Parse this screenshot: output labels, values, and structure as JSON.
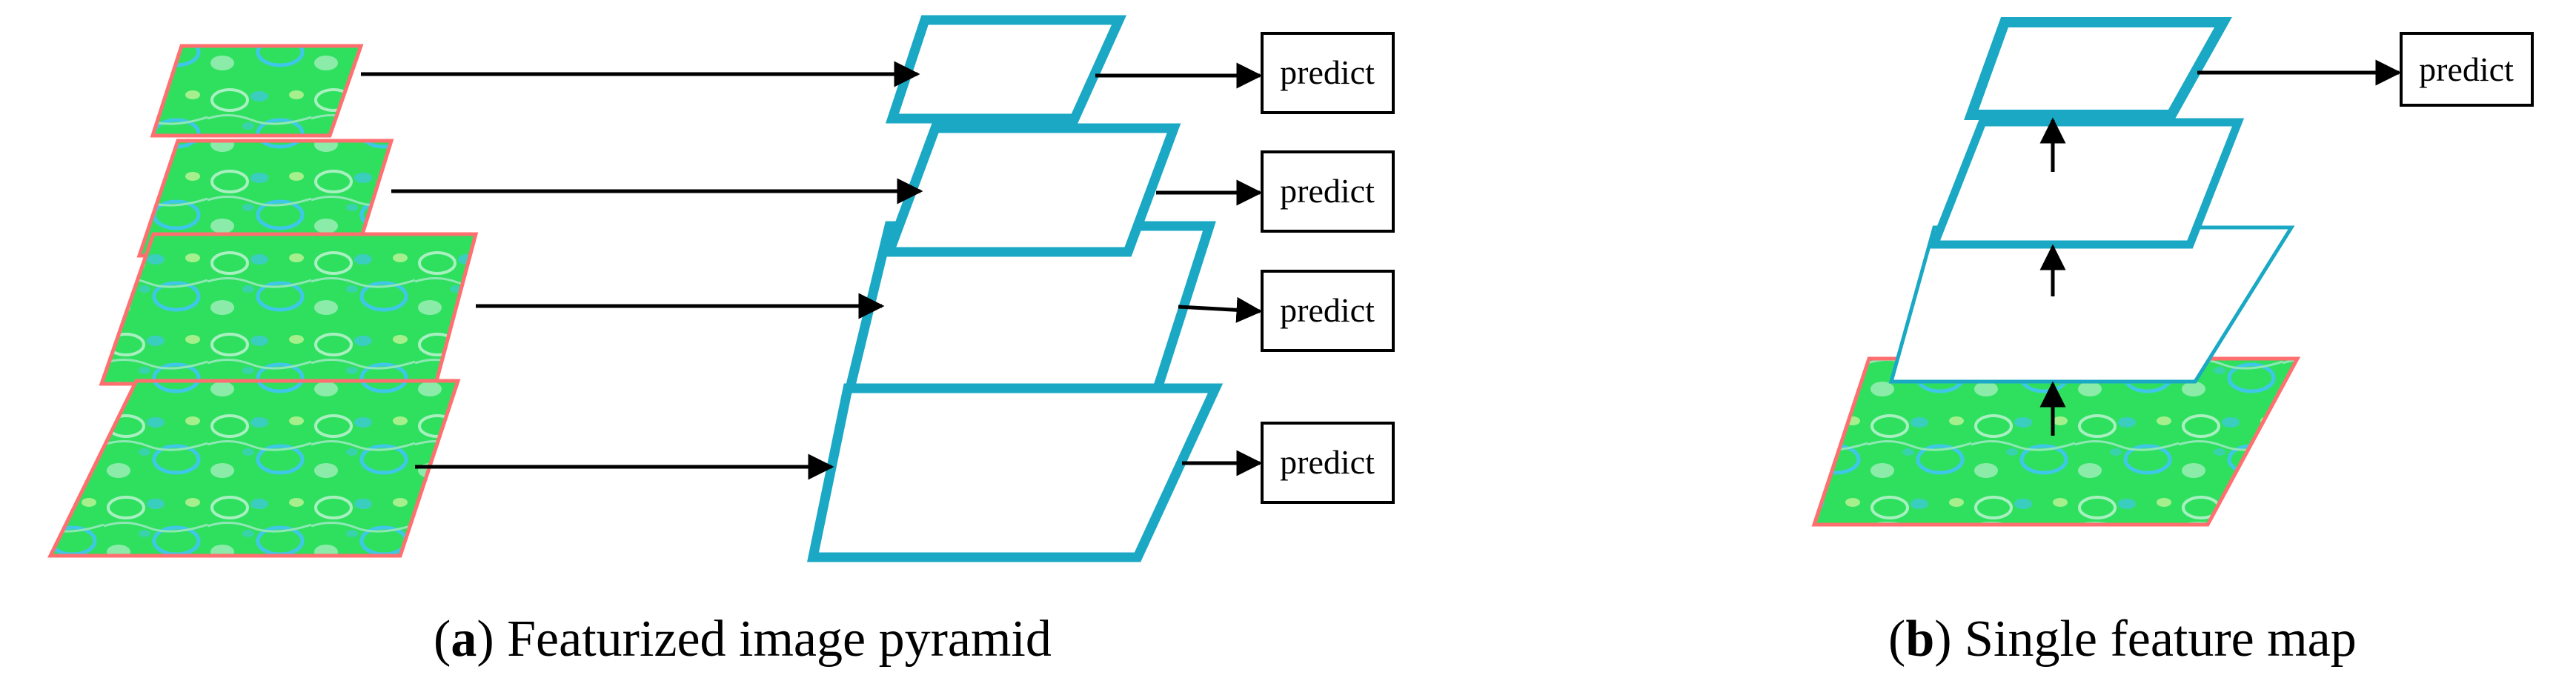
{
  "colors": {
    "feature_map_stroke": "#1aa8c4",
    "image_fill_base": "#2fe05f",
    "image_texture_light": "#a8f0c0",
    "image_texture_cyan": "#3fc7e8",
    "image_border": "#ff6f6f",
    "arrow": "#000000",
    "box_stroke": "#000000"
  },
  "panel_a": {
    "caption_open": "(",
    "caption_letter": "a",
    "caption_rest": ") Featurized image pyramid",
    "predict_labels": [
      "predict",
      "predict",
      "predict",
      "predict"
    ]
  },
  "panel_b": {
    "caption_open": "(",
    "caption_letter": "b",
    "caption_rest": ") Single feature map",
    "predict_label": "predict"
  }
}
